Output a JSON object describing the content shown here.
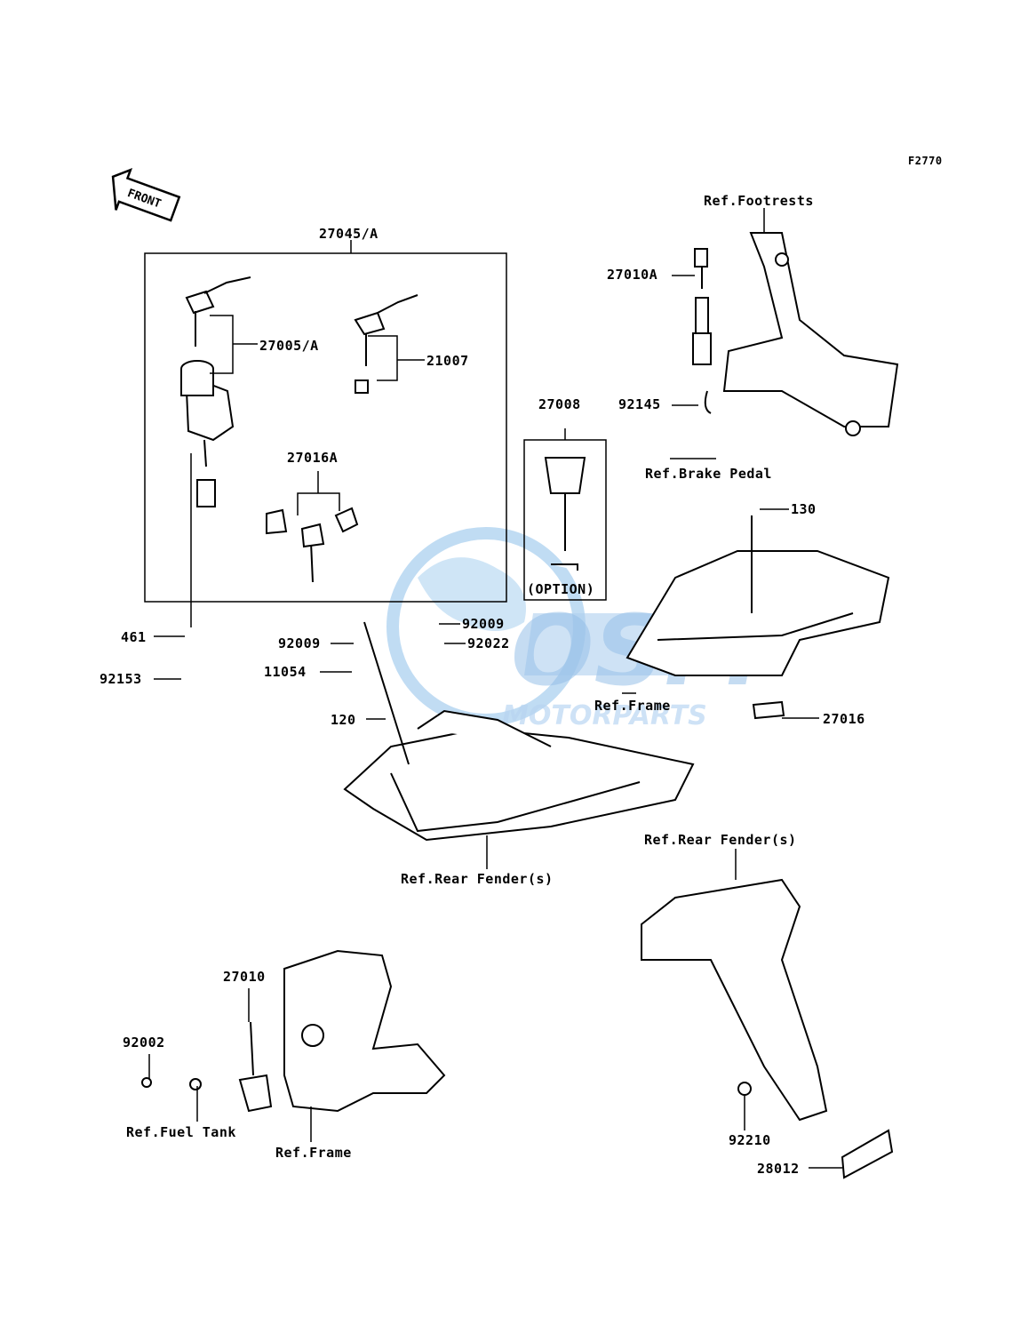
{
  "figure_code": "F2770",
  "front_marker": "FRONT",
  "option_label": "(OPTION)",
  "watermark": {
    "brand": "OSM",
    "sub": "MOTORPARTS",
    "color": "#4a90d9"
  },
  "parts": [
    {
      "id": "p27045",
      "label": "27045/A"
    },
    {
      "id": "p27005",
      "label": "27005/A"
    },
    {
      "id": "p21007",
      "label": "21007"
    },
    {
      "id": "p27016A",
      "label": "27016A"
    },
    {
      "id": "p27008",
      "label": "27008"
    },
    {
      "id": "p461",
      "label": "461"
    },
    {
      "id": "p92153",
      "label": "92153"
    },
    {
      "id": "p92009a",
      "label": "92009"
    },
    {
      "id": "p92009b",
      "label": "92009"
    },
    {
      "id": "p92022",
      "label": "92022"
    },
    {
      "id": "p11054",
      "label": "11054"
    },
    {
      "id": "p120",
      "label": "120"
    },
    {
      "id": "p27010A",
      "label": "27010A"
    },
    {
      "id": "p92145",
      "label": "92145"
    },
    {
      "id": "p130",
      "label": "130"
    },
    {
      "id": "p27016",
      "label": "27016"
    },
    {
      "id": "p27010",
      "label": "27010"
    },
    {
      "id": "p92002",
      "label": "92002"
    },
    {
      "id": "p92210",
      "label": "92210"
    },
    {
      "id": "p28012",
      "label": "28012"
    }
  ],
  "references": [
    {
      "id": "r_footrests",
      "label": "Ref.Footrests"
    },
    {
      "id": "r_brake",
      "label": "Ref.Brake Pedal"
    },
    {
      "id": "r_frame1",
      "label": "Ref.Frame"
    },
    {
      "id": "r_fender1",
      "label": "Ref.Rear Fender(s)"
    },
    {
      "id": "r_fender2",
      "label": "Ref.Rear Fender(s)"
    },
    {
      "id": "r_fuel",
      "label": "Ref.Fuel Tank"
    },
    {
      "id": "r_frame2",
      "label": "Ref.Frame"
    }
  ]
}
